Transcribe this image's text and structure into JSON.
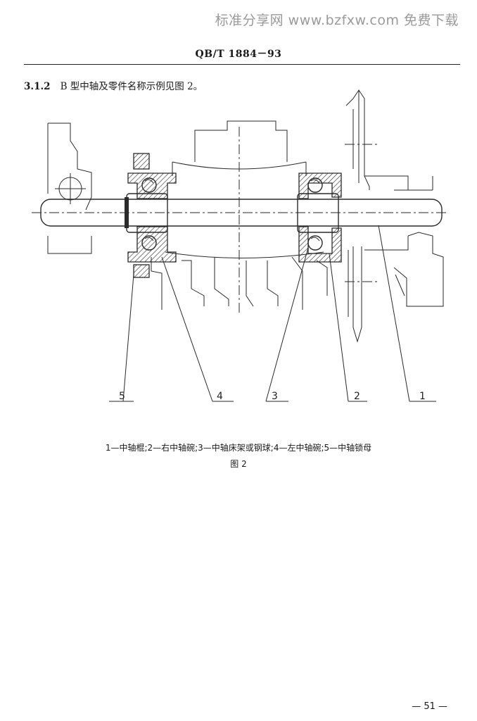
{
  "watermark": "标准分享网 www.bzfxw.com 免费下载",
  "standard_code": "QB/T 1884－93",
  "section": {
    "number": "3.1.2",
    "text": "B 型中轴及零件名称示例见图 2。"
  },
  "figure": {
    "callouts": [
      "5",
      "4",
      "3",
      "2",
      "1"
    ],
    "legend": "1—中轴棍;2—右中轴碗;3—中轴床架或钢球;4—左中轴碗;5—中轴锁母",
    "label": "图 2"
  },
  "page_number": "— 51 —"
}
